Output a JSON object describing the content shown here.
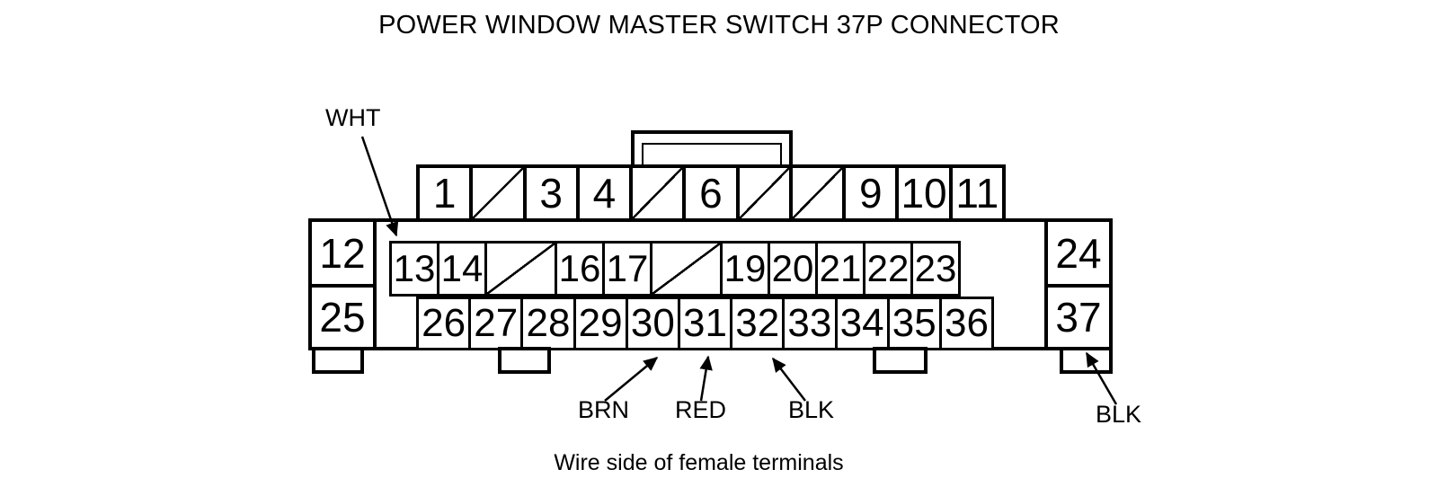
{
  "title": "POWER WINDOW MASTER SWITCH 37P CONNECTOR",
  "caption": "Wire side of female terminals",
  "colors": {
    "line": "#000000",
    "background": "#ffffff"
  },
  "connector": {
    "total_pins_label": "37P",
    "blocked_cell_symbol": "/",
    "rows": {
      "top": [
        "1",
        "/",
        "3",
        "4",
        "/",
        "6",
        "/",
        "/",
        "9",
        "10",
        "11"
      ],
      "middle": [
        "13",
        "14",
        "/",
        "16",
        "17",
        "/",
        "19",
        "20",
        "21",
        "22",
        "23"
      ],
      "bottom": [
        "26",
        "27",
        "28",
        "29",
        "30",
        "31",
        "32",
        "33",
        "34",
        "35",
        "36"
      ],
      "left_column": [
        "12",
        "25"
      ],
      "right_column": [
        "24",
        "37"
      ]
    }
  },
  "wire_labels": [
    {
      "text": "WHT",
      "pin": "13"
    },
    {
      "text": "BRN",
      "pin": "30"
    },
    {
      "text": "RED",
      "pin": "31"
    },
    {
      "text": "BLK",
      "pin": "32"
    },
    {
      "text": "BLK",
      "pin": "37"
    }
  ]
}
